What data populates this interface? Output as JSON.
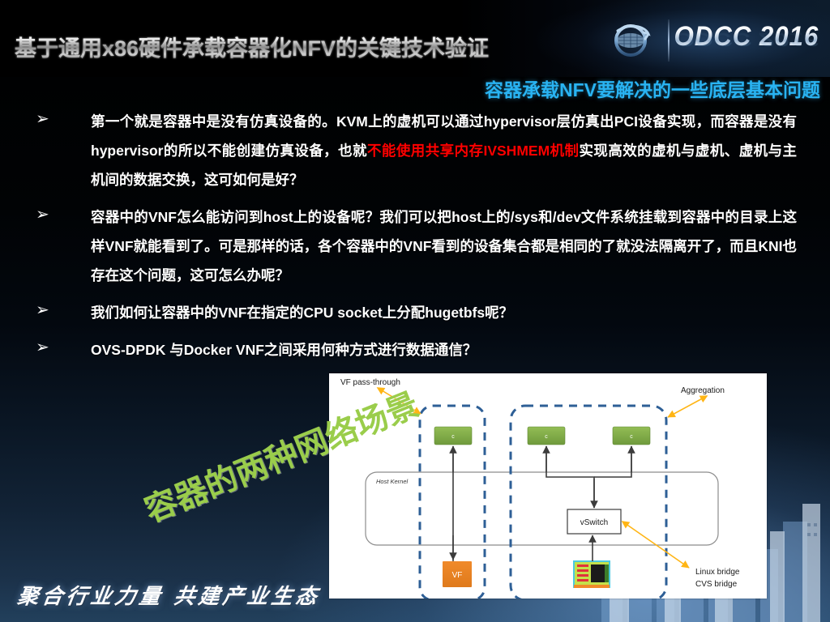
{
  "header": {
    "title": "基于通用x86硬件承载容器化NFV的关键技术验证",
    "brand": "ODCC 2016",
    "brand_reflection": "ODCC 2016",
    "logo_icon": "odcc-globe-icon",
    "subtitle": "容器承载NFV要解决的一些底层基本问题"
  },
  "bullets": [
    {
      "marker": "➢",
      "parts": [
        {
          "text": "第一个就是容器中是没有仿真设备的。KVM上的虚机可以通过hypervisor层仿真出PCI设备实现，而容器是没有hypervisor的所以不能创建仿真设备，也就",
          "highlight": false
        },
        {
          "text": "不能使用共享内存IVSHMEM机制",
          "highlight": true
        },
        {
          "text": "实现高效的虚机与虚机、虚机与主机间的数据交换，这可如何是好？",
          "highlight": false
        }
      ]
    },
    {
      "marker": "➢",
      "parts": [
        {
          "text": "容器中的VNF怎么能访问到host上的设备呢？我们可以把host上的/sys和/dev文件系统挂载到容器中的目录上这样VNF就能看到了。可是那样的话，各个容器中的VNF看到的设备集合都是相同的了就没法隔离开了，而且KNI也存在这个问题，这可怎么办呢？",
          "highlight": false
        }
      ]
    },
    {
      "marker": "➢",
      "parts": [
        {
          "text": "我们如何让容器中的VNF在指定的CPU socket上分配hugetbfs呢？",
          "highlight": false
        }
      ]
    },
    {
      "marker": "➢",
      "parts": [
        {
          "text": "OVS-DPDK 与Docker VNF之间采用何种方式进行数据通信？",
          "highlight": false
        }
      ]
    }
  ],
  "watermark": "容器的两种网络场景",
  "footer": {
    "slogan": "聚合行业力量  共建产业生态"
  },
  "diagram": {
    "annotations": {
      "vf_passthrough": "VF pass-through",
      "aggregation": "Aggregation",
      "bridge_line1": "Linux bridge",
      "bridge_line2": "CVS bridge"
    },
    "host_kernel_label": "Host Kernel",
    "containers": [
      {
        "label": "c"
      },
      {
        "label": "c"
      },
      {
        "label": "c"
      }
    ],
    "vf_box": "VF",
    "vswitch_box": "vSwitch",
    "nic_icon": "network-card-icon",
    "colors": {
      "container_fill": "#7fa94a",
      "vf_fill": "#e8872b",
      "dashed_stroke": "#2e5f96",
      "annotation_arrow": "#ffb515"
    }
  }
}
